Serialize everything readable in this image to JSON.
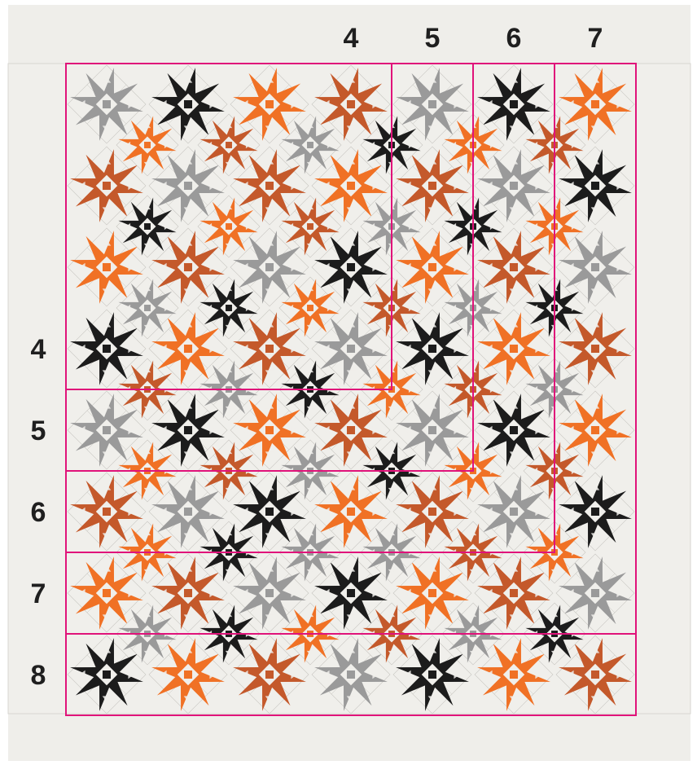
{
  "colors": {
    "background": "#efeeea",
    "panel": "#f0efeb",
    "seam": "#c9c7c2",
    "orange": "#f07125",
    "rust": "#c4592b",
    "gray": "#9a9a9a",
    "black": "#1c1c1c",
    "boundary": "#e0137a"
  },
  "diagram": {
    "top_labels": [
      "4",
      "5",
      "6",
      "7"
    ],
    "left_labels": [
      "4",
      "5",
      "6",
      "7",
      "8"
    ],
    "block_rows": 8,
    "block_cols": 7,
    "block_colors": [
      [
        "gray",
        "black",
        "orange",
        "rust",
        "gray",
        "black",
        "orange"
      ],
      [
        "rust",
        "gray",
        "rust",
        "orange",
        "rust",
        "gray",
        "black"
      ],
      [
        "orange",
        "rust",
        "gray",
        "black",
        "orange",
        "rust",
        "gray"
      ],
      [
        "black",
        "orange",
        "rust",
        "gray",
        "black",
        "orange",
        "rust"
      ],
      [
        "gray",
        "black",
        "orange",
        "rust",
        "gray",
        "black",
        "orange"
      ],
      [
        "rust",
        "gray",
        "black",
        "orange",
        "rust",
        "gray",
        "black"
      ],
      [
        "orange",
        "rust",
        "gray",
        "black",
        "orange",
        "rust",
        "gray"
      ],
      [
        "black",
        "orange",
        "rust",
        "gray",
        "black",
        "orange",
        "rust"
      ]
    ],
    "connector_colors": [
      [
        "orange",
        "rust",
        "gray",
        "black",
        "orange",
        "rust"
      ],
      [
        "black",
        "orange",
        "rust",
        "gray",
        "black",
        "orange"
      ],
      [
        "gray",
        "black",
        "orange",
        "rust",
        "gray",
        "black"
      ],
      [
        "rust",
        "gray",
        "black",
        "orange",
        "rust",
        "gray"
      ],
      [
        "orange",
        "rust",
        "gray",
        "black",
        "orange",
        "rust"
      ],
      [
        "orange",
        "black",
        "gray",
        "gray",
        "rust",
        "orange"
      ],
      [
        "gray",
        "black",
        "orange",
        "rust",
        "gray",
        "black"
      ]
    ]
  }
}
